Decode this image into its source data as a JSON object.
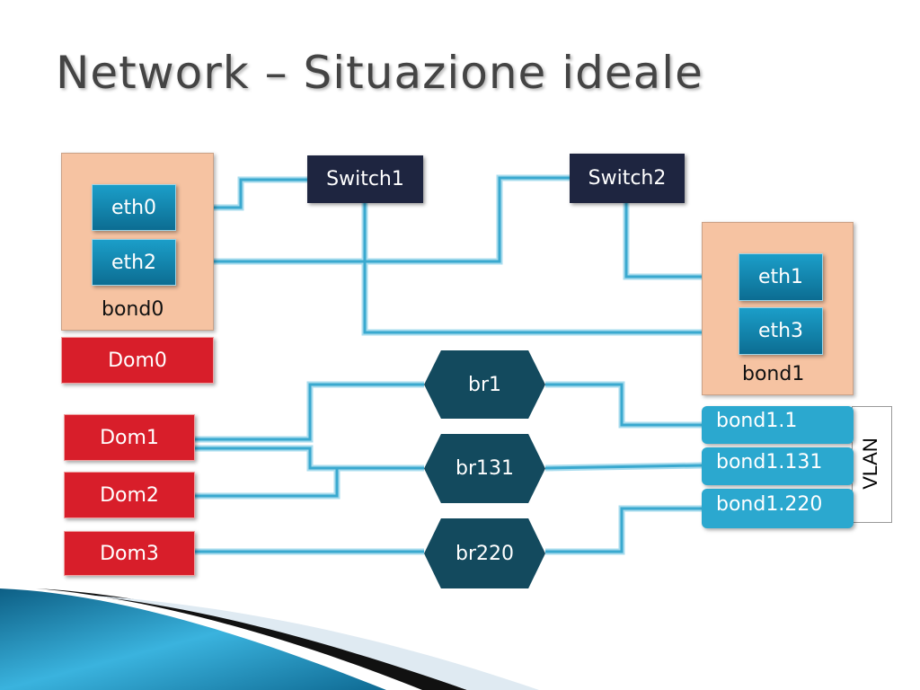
{
  "title": "Network – Situazione ideale",
  "switches": {
    "switch1": "Switch1",
    "switch2": "Switch2"
  },
  "bond0": {
    "label": "bond0",
    "eth0": "eth0",
    "eth2": "eth2"
  },
  "bond1": {
    "label": "bond1",
    "eth1": "eth1",
    "eth3": "eth3"
  },
  "doms": {
    "dom0": "Dom0",
    "dom1": "Dom1",
    "dom2": "Dom2",
    "dom3": "Dom3"
  },
  "bridges": {
    "br1": "br1",
    "br131": "br131",
    "br220": "br220"
  },
  "vlans": {
    "v1": "bond1.1",
    "v131": "bond1.131",
    "v220": "bond1.220",
    "label": "VLAN"
  },
  "colors": {
    "link": "#3aa9cf",
    "eth": "#0c7fa8",
    "dom": "#d81e2a",
    "switch": "#1e2540",
    "bridge": "#134a5e",
    "bond_bg": "#f6c3a2"
  }
}
